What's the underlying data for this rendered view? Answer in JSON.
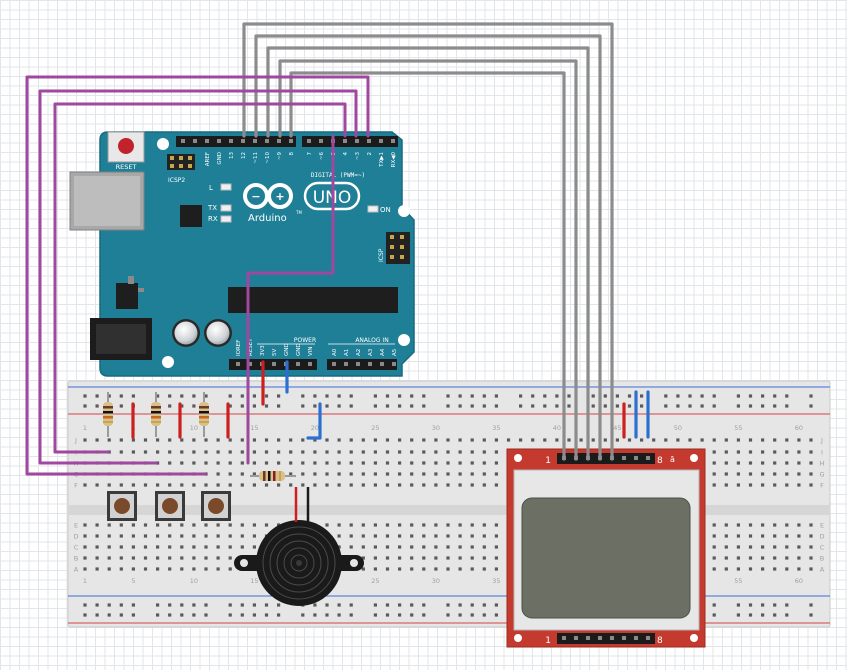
{
  "arduino": {
    "reset_label": "RESET",
    "icsp2_label": "ICSP2",
    "icsp_label": "ICSP",
    "logo_arduino": "Arduino",
    "logo_uno": "UNO",
    "tm": "TM",
    "led_l": "L",
    "led_tx": "TX",
    "led_rx": "RX",
    "led_on": "ON",
    "digital_label": "DIGITAL (PWM=~)",
    "power_label": "POWER",
    "analog_label": "ANALOG IN",
    "header_top_left": [
      "AREF",
      "GND",
      "13",
      "12",
      "~11",
      "~10",
      "~9",
      "8"
    ],
    "header_top_right": [
      "7",
      "~6",
      "~5",
      "4",
      "~3",
      "2",
      "TX▶1",
      "RX◀0"
    ],
    "header_power": [
      "IOREF",
      "RESET",
      "3V3",
      "5V",
      "GND",
      "GND",
      "VIN"
    ],
    "header_analog": [
      "A0",
      "A1",
      "A2",
      "A3",
      "A4",
      "A5"
    ]
  },
  "breadboard": {
    "column_numbers": [
      "1",
      "5",
      "10",
      "15",
      "20",
      "25",
      "30",
      "35",
      "40",
      "45",
      "50",
      "55",
      "60"
    ],
    "row_letters_top": [
      "J",
      "I",
      "H",
      "G",
      "F"
    ],
    "row_letters_bottom": [
      "E",
      "D",
      "C",
      "B",
      "A"
    ]
  },
  "lcd": {
    "pin_first_top": "1",
    "pin_last_top": "8",
    "pin_first_bottom": "1",
    "pin_last_bottom": "8",
    "bit_label": "ā"
  },
  "colors": {
    "board_teal": "#1f7f97",
    "board_edge": "#166a80",
    "breadboard": "#e8e8e8",
    "rail_red": "#d44444",
    "rail_blue": "#3a6ed8",
    "wire_purple": "#a0479f",
    "wire_gray": "#8c8c8c",
    "wire_red": "#cc1f1f",
    "wire_blue": "#2d6fcf",
    "lcd_pcb": "#c53a2e",
    "lcd_screen": "#6c6f63",
    "hole_green": "#3fae4a"
  },
  "components": [
    "reset-button",
    "arduino-uno",
    "breadboard",
    "resistor",
    "push-button",
    "piezo-buzzer",
    "nokia-lcd"
  ]
}
